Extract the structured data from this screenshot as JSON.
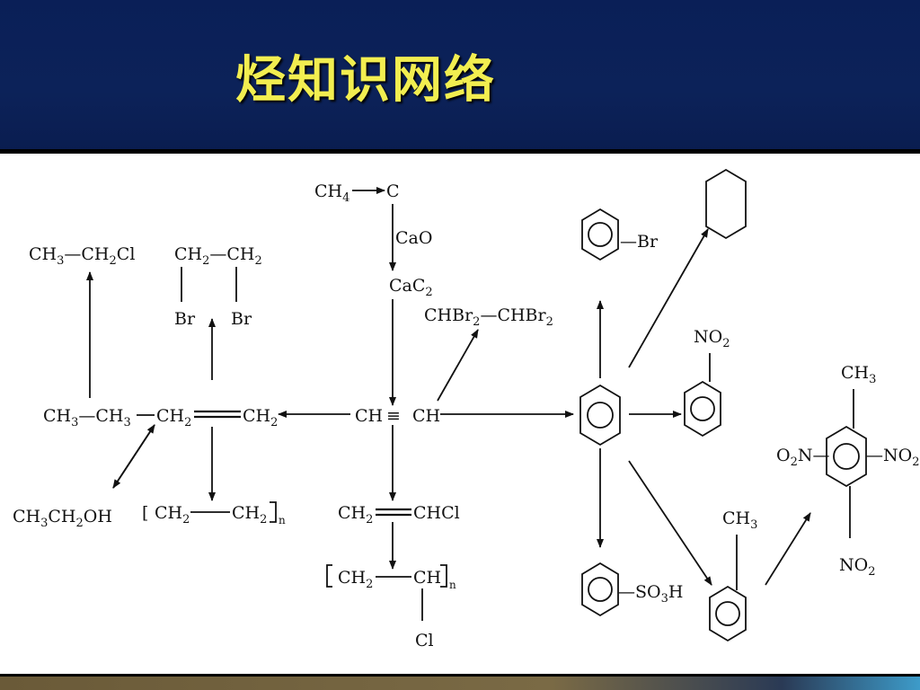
{
  "title": "烃知识网络",
  "formulas": {
    "ch4": [
      "CH",
      "4"
    ],
    "c": "C",
    "cao": "CaO",
    "cac2": [
      "CaC",
      "2"
    ],
    "chbr2_chbr2": [
      "CHBr",
      "2",
      "—CHBr",
      "2"
    ],
    "ch3_ch2cl": [
      "CH",
      "3",
      "—CH",
      "2",
      "Cl"
    ],
    "dibromo_top": [
      "CH",
      "2",
      "—CH",
      "2"
    ],
    "br_left": "Br",
    "br_right": "Br",
    "ethane": [
      "CH",
      "3",
      "—CH",
      "3"
    ],
    "ethylene_left": [
      "CH",
      "2"
    ],
    "ethylene_right": [
      "CH",
      "2"
    ],
    "acetylene_left": "CH",
    "triple_bond": "≡",
    "acetylene_right": "CH",
    "ethanol": [
      "CH",
      "3",
      "CH",
      "2",
      "OH"
    ],
    "pe_left": "[",
    "pe_ch2a": [
      "CH",
      "2"
    ],
    "pe_ch2b": [
      "CH",
      "2"
    ],
    "pe_n": "n",
    "vinyl_left": [
      "CH",
      "2"
    ],
    "vinyl_right": "CHCl",
    "pvc_ch2": [
      "CH",
      "2"
    ],
    "pvc_ch": "CH",
    "pvc_n": "n",
    "pvc_cl": "Cl",
    "bromobenzene_br": "—Br",
    "nitro_no2": [
      "NO",
      "2"
    ],
    "sulfo_so3h": [
      "—SO",
      "3",
      "H"
    ],
    "toluene_ch3": [
      "CH",
      "3"
    ],
    "tnt_ch3": [
      "CH",
      "3"
    ],
    "tnt_left_no2": [
      "O",
      "2",
      "N—"
    ],
    "tnt_right_no2": [
      "—NO",
      "2"
    ],
    "tnt_bottom_no2": [
      "NO",
      "2"
    ]
  }
}
